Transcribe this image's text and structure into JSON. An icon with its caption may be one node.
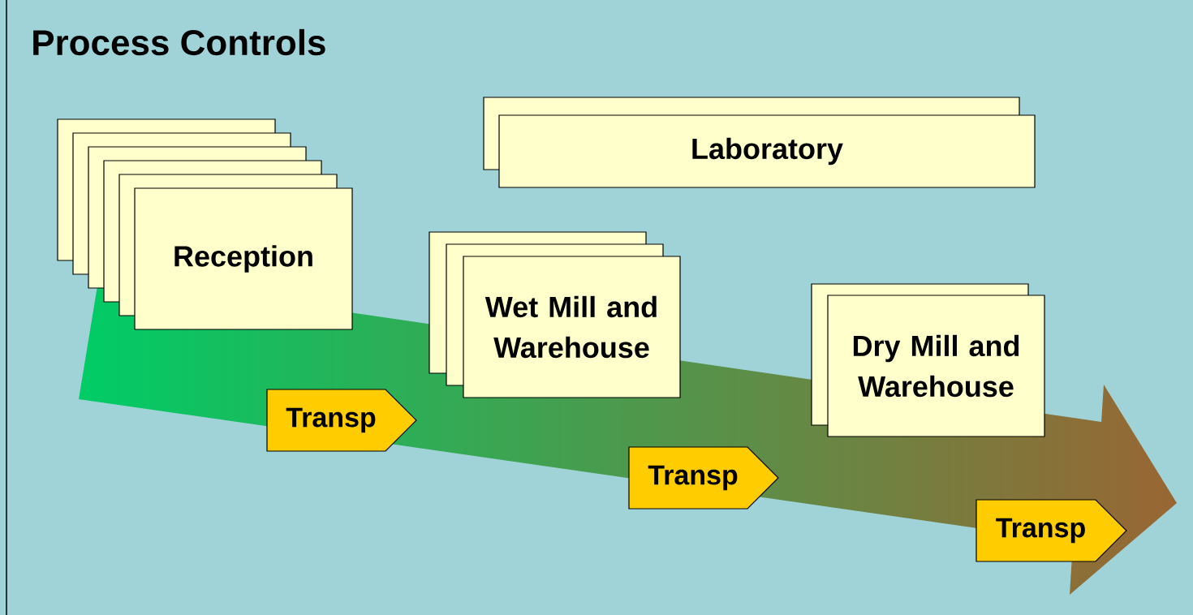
{
  "diagram": {
    "title": "Process Controls",
    "nodes": [
      {
        "text": [
          "Reception"
        ]
      },
      {
        "text": [
          "Laboratory"
        ]
      },
      {
        "text": [
          "Wet Mill and Warehouse"
        ]
      },
      {
        "text": [
          "Dry Mill and Warehouse"
        ]
      },
      {
        "text": [
          "Transp"
        ]
      },
      {
        "text": [
          "Transp"
        ]
      },
      {
        "text": [
          "Transp"
        ]
      }
    ]
  }
}
